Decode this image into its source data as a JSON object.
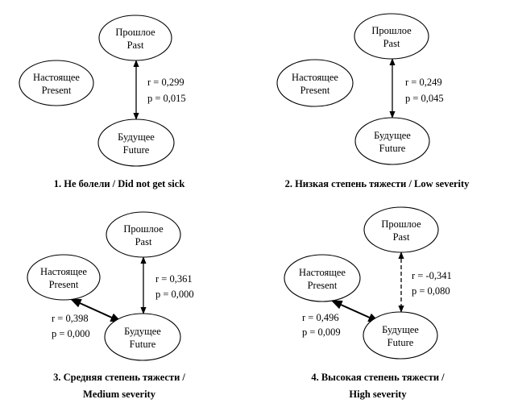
{
  "nodes": {
    "past": {
      "ru": "Прошлое",
      "en": "Past"
    },
    "present": {
      "ru": "Настоящее",
      "en": "Present"
    },
    "future": {
      "ru": "Будущее",
      "en": "Future"
    }
  },
  "panels": [
    {
      "caption_lines": [
        "1. Не болели / Did not get sick"
      ],
      "past_future": {
        "r": "r = 0,299",
        "p": "p = 0,015",
        "style": "solid"
      },
      "present_future": null
    },
    {
      "caption_lines": [
        "2. Низкая степень тяжести / Low severity"
      ],
      "past_future": {
        "r": "r = 0,249",
        "p": "p = 0,045",
        "style": "solid"
      },
      "present_future": null
    },
    {
      "caption_lines": [
        "3. Средняя степень тяжести /",
        "Medium severity"
      ],
      "past_future": {
        "r": "r = 0,361",
        "p": "p = 0,000",
        "style": "solid"
      },
      "present_future": {
        "r": "r = 0,398",
        "p": "p = 0,000",
        "style": "solid"
      }
    },
    {
      "caption_lines": [
        "4. Высокая степень тяжести /",
        "High severity"
      ],
      "past_future": {
        "r": "r = -0,341",
        "p": "p = 0,080",
        "style": "dashed"
      },
      "present_future": {
        "r": "r = 0,496",
        "p": "p = 0,009",
        "style": "solid"
      }
    }
  ]
}
